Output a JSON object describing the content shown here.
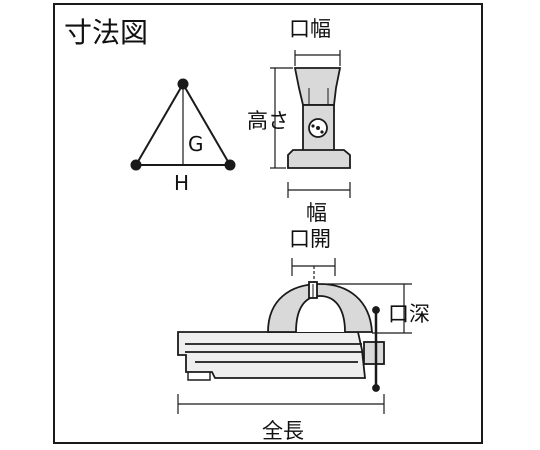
{
  "title": "寸法図",
  "labels": {
    "jaw_width": "口幅",
    "height": "高さ",
    "width": "幅",
    "jaw_opening": "口開",
    "throat_depth": "口深",
    "total_length": "全長",
    "g": "G",
    "h": "H"
  },
  "colors": {
    "line": "#1a1a1a",
    "part_fill": "#d9d9d9",
    "part_light": "#eeeeee",
    "background": "#ffffff"
  }
}
